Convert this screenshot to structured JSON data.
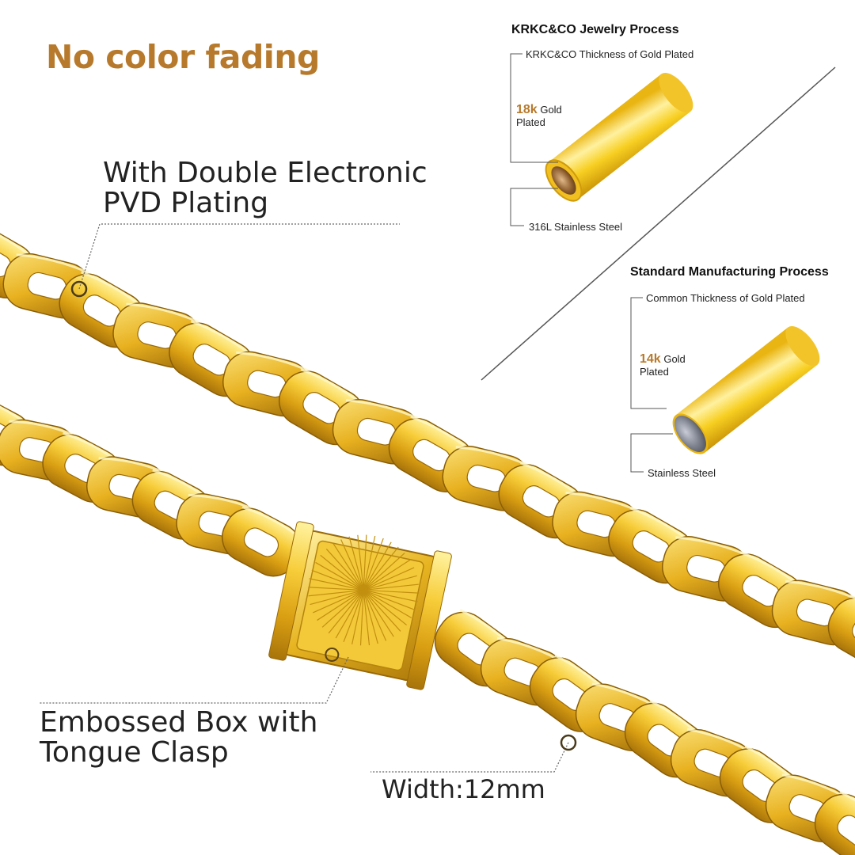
{
  "headline": "No color fading",
  "callouts": {
    "plating": {
      "line1": "With Double Electronic",
      "line2": "PVD Plating"
    },
    "clasp": {
      "line1": "Embossed Box with",
      "line2": "Tongue Clasp"
    },
    "width": {
      "label": "Width",
      "separator": ":",
      "value": "12mm"
    }
  },
  "krkc": {
    "title": "KRKC&CO Jewelry Process",
    "thickness_label": "KRKC&CO Thickness of Gold Plated",
    "karat": "18k",
    "gold_word": "Gold",
    "plated_word": "Plated",
    "core_label": "316L Stainless Steel"
  },
  "standard": {
    "title": "Standard Manufacturing Process",
    "thickness_label": "Common Thickness of Gold Plated",
    "karat": "14k",
    "gold_word": "Gold",
    "plated_word": "Plated",
    "core_label": "Stainless Steel"
  },
  "colors": {
    "headline": "#b77a2c",
    "gold_light": "#fff3a0",
    "gold_mid": "#f5c518",
    "gold_dark": "#b8860b",
    "steel_core": "#7b7f8c"
  },
  "icons": {
    "chain": "cuban-link-chain",
    "clasp": "box-tongue-clasp",
    "tube_thick": "thick-plated-tube",
    "tube_thin": "thin-plated-tube"
  }
}
